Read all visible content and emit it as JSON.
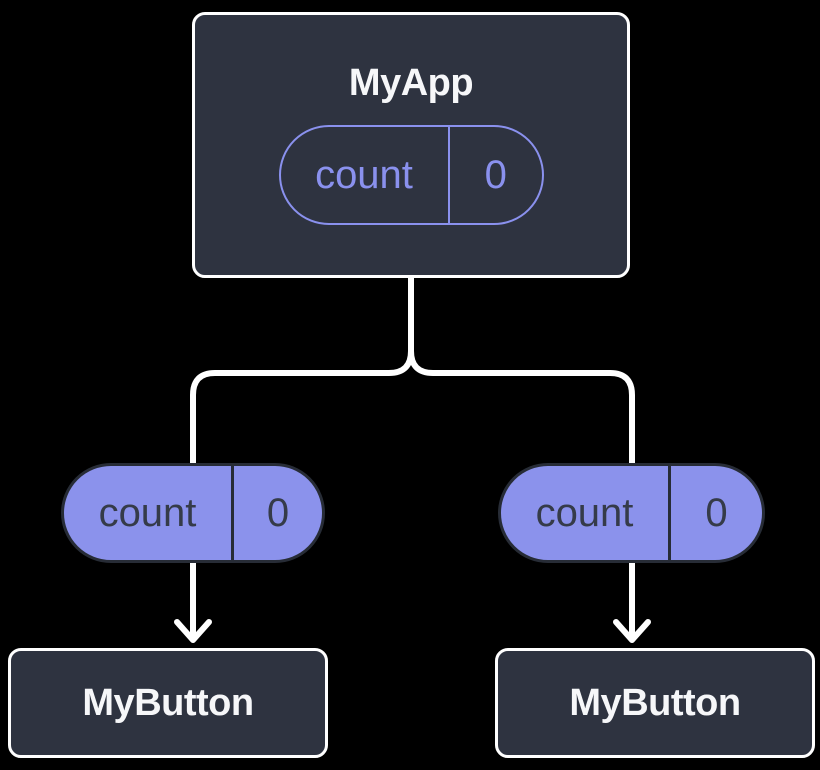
{
  "colors": {
    "background": "#000000",
    "node_surface": "#2E3340",
    "node_border": "#FFFFFF",
    "node_title_text": "#F6F7F9",
    "accent": "#8A91EE",
    "pill_fill": "#8B92EC",
    "pill_border": "#272C36",
    "pill_text": "#353B49",
    "connector": "#FFFFFF"
  },
  "root_node": {
    "title": "MyApp",
    "state_pill": {
      "name": "count",
      "value": "0"
    }
  },
  "prop_pills": [
    {
      "name": "count",
      "value": "0"
    },
    {
      "name": "count",
      "value": "0"
    }
  ],
  "child_nodes": [
    {
      "title": "MyButton"
    },
    {
      "title": "MyButton"
    }
  ]
}
